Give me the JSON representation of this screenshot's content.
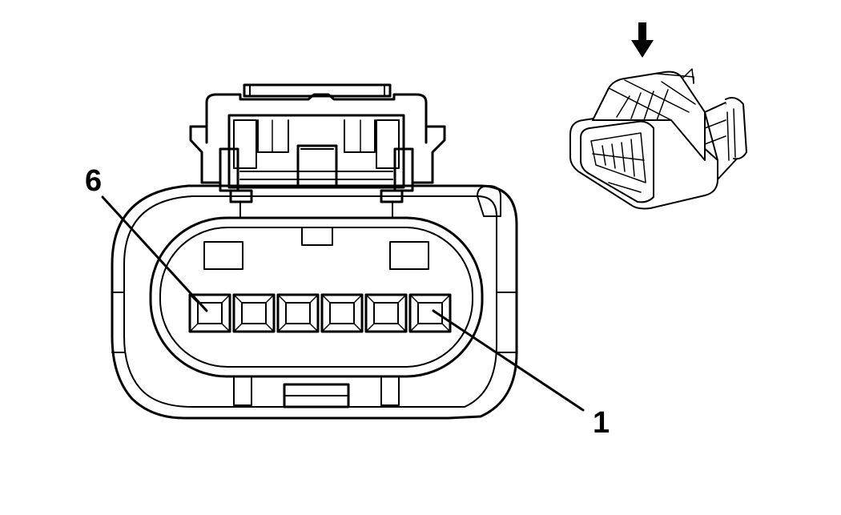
{
  "labels": {
    "pin_first": "1",
    "pin_last": "6"
  },
  "pins": [
    "1",
    "2",
    "3",
    "4",
    "5",
    "6"
  ],
  "icons": {
    "view_arrow": "down-arrow-icon"
  },
  "colors": {
    "line": "#000000",
    "background": "#ffffff"
  }
}
